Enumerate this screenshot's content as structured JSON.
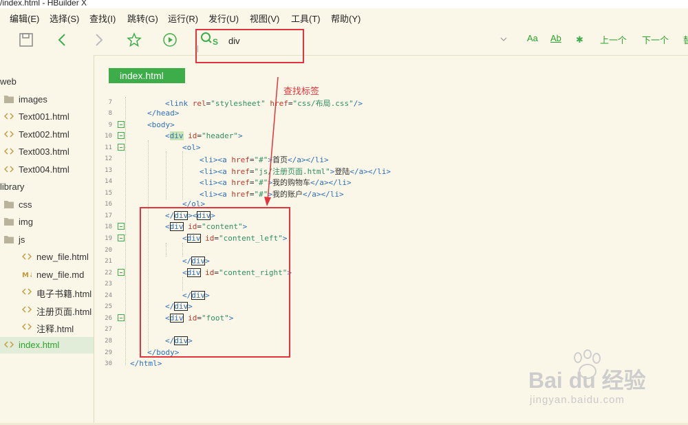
{
  "window": {
    "title": "/index.html - HBuilder X"
  },
  "menu": [
    "编辑(E)",
    "选择(S)",
    "查找(I)",
    "跳转(G)",
    "运行(R)",
    "发行(U)",
    "视图(V)",
    "工具(T)",
    "帮助(Y)"
  ],
  "toolbar": {
    "search_value": "div",
    "case_label": "Aa",
    "word_label": "Ab",
    "prev_label": "上一个",
    "next_label": "下一个",
    "more_label": "替"
  },
  "sidebar": {
    "items": [
      {
        "label": "web",
        "type": "project"
      },
      {
        "label": "images",
        "type": "folder"
      },
      {
        "label": "Text001.html",
        "type": "html"
      },
      {
        "label": "Text002.html",
        "type": "html"
      },
      {
        "label": "Text003.html",
        "type": "html"
      },
      {
        "label": "Text004.html",
        "type": "html"
      },
      {
        "label": "library",
        "type": "project"
      },
      {
        "label": "css",
        "type": "folder"
      },
      {
        "label": "img",
        "type": "folder"
      },
      {
        "label": "js",
        "type": "folder-open"
      },
      {
        "label": "new_file.html",
        "type": "html"
      },
      {
        "label": "new_file.md",
        "type": "md"
      },
      {
        "label": "电子书籍.html",
        "type": "html"
      },
      {
        "label": "注册页面.html",
        "type": "html"
      },
      {
        "label": "注释.html",
        "type": "html"
      },
      {
        "label": "index.html",
        "type": "html",
        "active": true
      }
    ]
  },
  "editor": {
    "tab_label": "index.html",
    "lines": [
      {
        "n": "7"
      },
      {
        "n": "8"
      },
      {
        "n": "9"
      },
      {
        "n": "10"
      },
      {
        "n": "11"
      },
      {
        "n": "12"
      },
      {
        "n": "13"
      },
      {
        "n": "14"
      },
      {
        "n": "15"
      },
      {
        "n": "16"
      },
      {
        "n": "17"
      },
      {
        "n": "18"
      },
      {
        "n": "19"
      },
      {
        "n": "20"
      },
      {
        "n": "21"
      },
      {
        "n": "22"
      },
      {
        "n": "23"
      },
      {
        "n": "24"
      },
      {
        "n": "25"
      },
      {
        "n": "26"
      },
      {
        "n": "27"
      },
      {
        "n": "28"
      },
      {
        "n": "29"
      },
      {
        "n": "30"
      }
    ],
    "text": {
      "link_open": "<link ",
      "rel_attr": "rel",
      "eq": "=",
      "rel_val": "\"stylesheet\"",
      "href_attr": "href",
      "href_css": "\"css/布局.css\"",
      "link_close": "/>",
      "head_close": "</head>",
      "body_open": "<body>",
      "lt": "<",
      "div": "div",
      "id_attr": "id",
      "header_val": "\"header\"",
      "gt": ">",
      "ol_open": "<ol>",
      "li_a": "<li><a ",
      "hash": "\"#\"",
      "home": "首页",
      "a_li_close": "</a></li>",
      "js_reg": "\"js/注册页面.html\"",
      "login": "登陆",
      "cart": "我的购物车",
      "account": "我的账户",
      "ol_close": "</ol>",
      "lt_slash": "</",
      "gt_lt": "><",
      "content_val": "\"content\"",
      "content_left_val": "\"content_left\"",
      "content_right_val": "\"content_right\"",
      "foot_val": "\"foot\"",
      "body_close": "</body>",
      "html_close": "</html>"
    }
  },
  "annotation": {
    "label": "查找标签"
  },
  "watermark": {
    "logo": "Bai du 经验",
    "url": "jingyan.baidu.com"
  },
  "colors": {
    "accent": "#3dad4a",
    "annotation": "#e5333b",
    "background": "#fbf7e8"
  }
}
